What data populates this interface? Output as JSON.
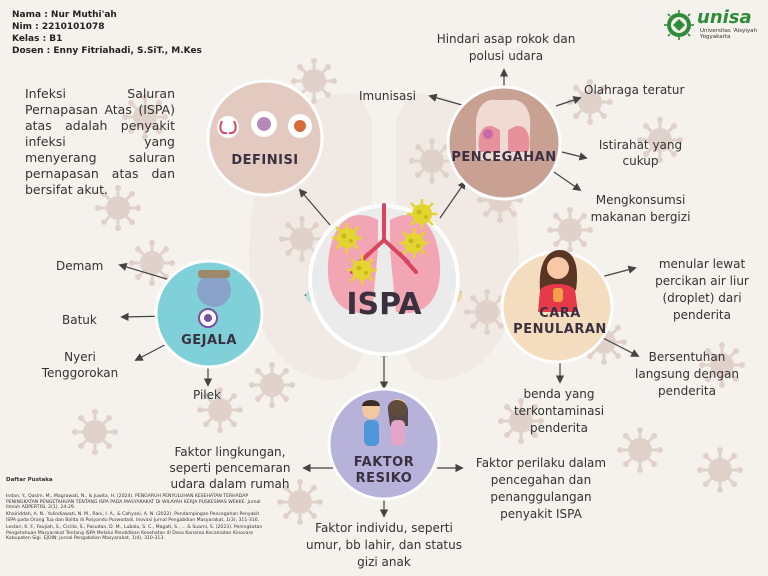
{
  "student": {
    "nama": "Nama : Nur Muthi'ah",
    "nim": "Nim   : 2210101078",
    "kelas": "Kelas : B1",
    "dosen": "Dosen : Enny Fitriahadi, S.SiT., M.Kes"
  },
  "logo": {
    "brand": "unisa",
    "sub1": "Universitas 'Aisyiyah",
    "sub2": "Yogyakarta",
    "icon": "university-emblem-icon",
    "color": "#2e8b3a"
  },
  "center": {
    "title": "ISPA"
  },
  "definisi": {
    "label": "DEFINISI",
    "text": "Infeksi Saluran Pernapasan Atas (ISPA) atas adalah penyakit infeksi yang menyerang saluran pernapasan atas dan bersifat akut."
  },
  "pencegahan": {
    "label": "PENCEGAHAN",
    "items": [
      "Hindari asap rokok dan polusi udara",
      "Imunisasi",
      "Olahraga teratur",
      "Istirahat yang cukup",
      "Mengkonsumsi makanan bergizi"
    ]
  },
  "gejala": {
    "label": "GEJALA",
    "items": [
      "Demam",
      "Batuk",
      "Nyeri Tenggorokan",
      "Pilek"
    ]
  },
  "penularan": {
    "label1": "CARA",
    "label2": "PENULARAN",
    "items": [
      "menular lewat percikan air liur (droplet) dari penderita",
      "Bersentuhan langsung dengan penderita",
      "benda yang terkontaminasi penderita"
    ]
  },
  "resiko": {
    "label1": "FAKTOR",
    "label2": "RESIKO",
    "items": [
      "Faktor lingkungan, seperti pencemaran udara dalam rumah",
      "Faktor perilaku dalam pencegahan dan penanggulangan penyakit ISPA",
      "Faktor individu, seperti umur, bb lahir, dan status gizi anak"
    ]
  },
  "references": {
    "heading": "Daftar Pustaka",
    "items": [
      "Indan, Y., Qasim, M., Magrawati, N., & Juwita, H. (2024). PENGARUH PENYULUHAN KESEHATAN TERHADAP PENINGKATAN PENGETAHUAN TENTANG ISPA PADA MASYARAKAT DI WILAYAH KERJA PUSKESMAS WEKKE. Jurnal Ilmiah ADPERTISI, 2(1), 24-29.",
      "Khairiddah, A. N., Yulindiawati, N. M., Rani, I. A., & Cahyani, A. N. (2022). Pendampingan Pencegahan Penyakit ISPA pada Orang Tua dan Balita di Posyandu Purwodadi. Inovasi Jurnal Pengabdian Masyarakat, 1(3), 311-316.",
      "Lestari, K. F., Faujiah, S., Cicilia, S., Pasudan, D. M., Lubalu, S. C., Magati, S., ... & Suarni, S. (2023). Peningkatan Pengetahuan Masyarakat Tentang ISPA Melalui Pendidikan Kesehatan di Desa Kanarea Kecamatan Kinovaro Kabupaten Sigi. EJOIN: Jurnal Pengabdian Masyarakat, 1(4), 310-313."
    ]
  },
  "colors": {
    "background": "#f5f2ed",
    "definisi": "#e2cac0",
    "pencegahan": "#c9a193",
    "gejala": "#7fd0d8",
    "penularan": "#f4ddbe",
    "resiko": "#b6b2d9",
    "center": "#ebebeb",
    "arrow": "#444444"
  }
}
